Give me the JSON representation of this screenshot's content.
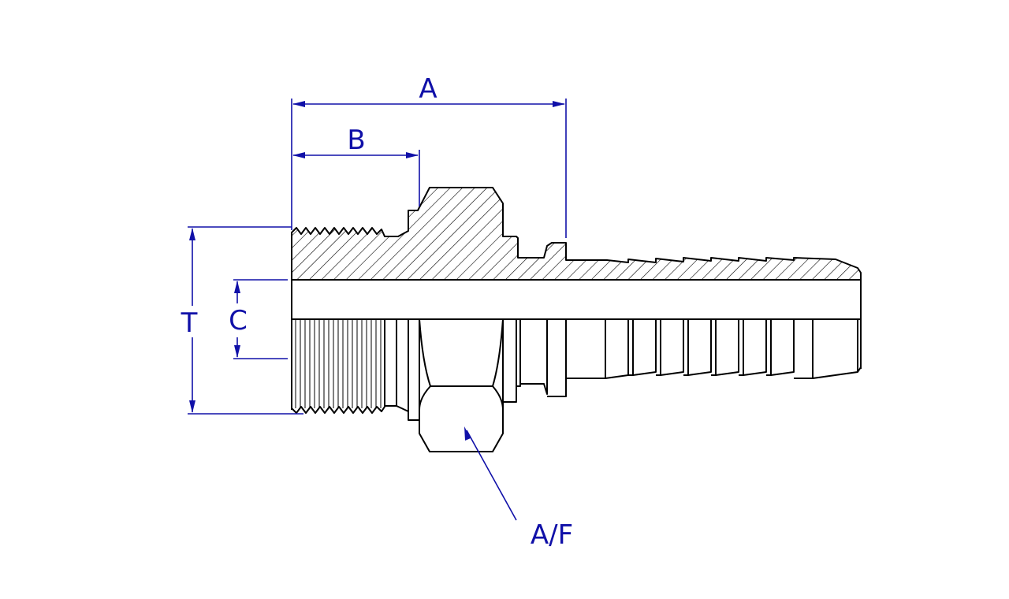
{
  "drawing": {
    "colors": {
      "dimension": "#1010a8",
      "outline": "#000000"
    },
    "dimensions": {
      "overall_length": "A",
      "thread_length": "B",
      "bore": "C",
      "thread": "T",
      "hex_across_flats": "A/F"
    }
  }
}
